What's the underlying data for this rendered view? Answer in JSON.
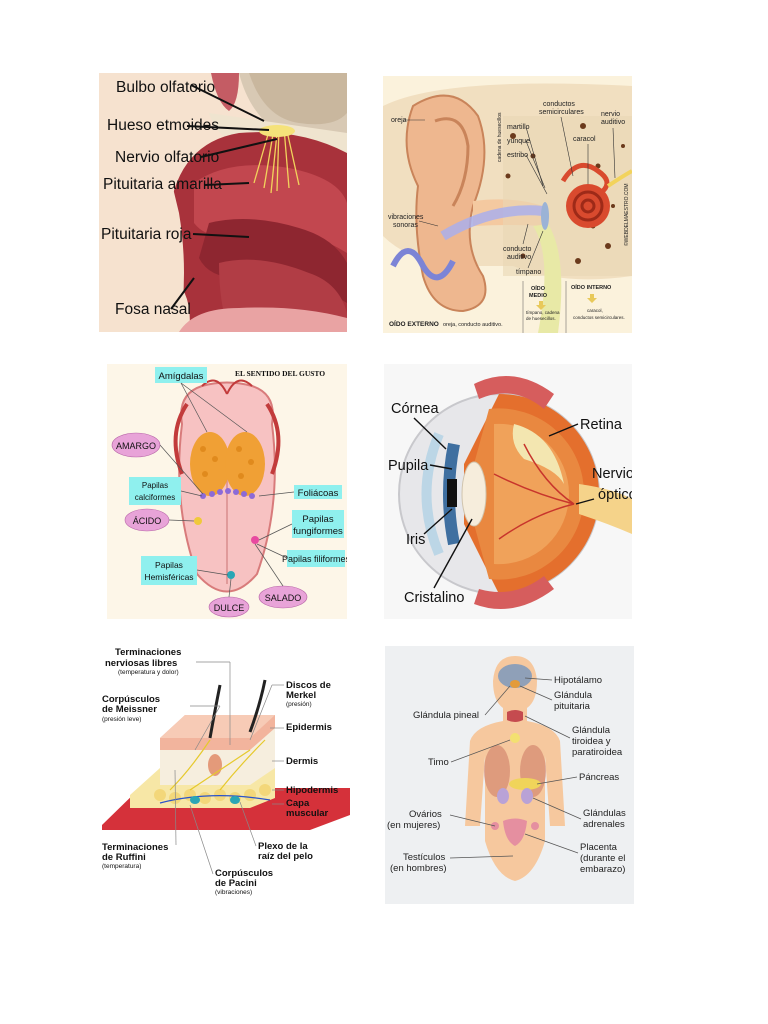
{
  "nose": {
    "labels": [
      "Bulbo olfatorio",
      "Hueso etmoides",
      "Nervio olfatorio",
      "Pituitaria amarilla",
      "Pituitaria roja",
      "Fosa nasal"
    ]
  },
  "ear": {
    "oreja": "oreja",
    "conductos": [
      "conductos",
      "semicirculares"
    ],
    "nervio": [
      "nervio",
      "auditivo"
    ],
    "martillo": "martillo",
    "yunque": "yunque",
    "estribo": "estribo",
    "cadena": "cadena de huesecillos",
    "caracol": "caracol",
    "vibraciones": [
      "vibraciones",
      "sonoras"
    ],
    "conducto": [
      "conducto",
      "auditivo"
    ],
    "timpano": "tímpano",
    "oido_externo": "OÍDO EXTERNO",
    "oido_externo_desc": "oreja, conducto auditivo.",
    "oido_medio": [
      "OÍDO",
      "MEDIO"
    ],
    "oido_medio_desc": [
      "tímpano, cadena",
      "de huesecillos."
    ],
    "oido_interno": "OÍDO INTERNO",
    "oido_interno_desc": [
      "caracol,",
      "conductos semicirculares."
    ],
    "watermark": "©WEBDELMAESTRO.COM"
  },
  "tongue": {
    "title": "EL SENTIDO DEL GUSTO",
    "amigdalas": "Amígdalas",
    "amargo": "AMARGO",
    "papilas_calciformes": [
      "Papilas",
      "calciformes"
    ],
    "foliaceas": "Foliácoas",
    "acido": "ÁCIDO",
    "papilas_fungiformes": [
      "Papilas",
      "fungiformes"
    ],
    "papilas_filiformes": "Papilas filiformes",
    "papilas_hemisfericas": [
      "Papilas",
      "Hemisféricas"
    ],
    "dulce": "DULCE",
    "salado": "SALADO",
    "colors": {
      "taste_bubble": "#e8a3d8",
      "box": "#8ff0ee"
    }
  },
  "eye": {
    "cornea": "Córnea",
    "retina": "Retina",
    "pupila": "Pupila",
    "nervio": [
      "Nervio",
      "óptico"
    ],
    "iris": "Iris",
    "cristalino": "Cristalino"
  },
  "skin": {
    "terminaciones_libres": [
      "Terminaciones",
      "nerviosas libres"
    ],
    "terminaciones_libres_sub": "(temperatura y dolor)",
    "meissner": [
      "Corpúsculos",
      "de Meissner"
    ],
    "meissner_sub": "(presión leve)",
    "merkel": [
      "Discos de",
      "Merkel"
    ],
    "merkel_sub": "(presión)",
    "epidermis": "Epidermis",
    "dermis": "Dermis",
    "hipodermis": "Hipodermis",
    "capa": [
      "Capa",
      "muscular"
    ],
    "ruffini": [
      "Terminaciones",
      "de Ruffini"
    ],
    "ruffini_sub": "(temperatura)",
    "plexo": [
      "Plexo de la",
      "raíz del pelo"
    ],
    "pacini": [
      "Corpúsculos",
      "de Pacini"
    ],
    "pacini_sub": "(vibraciones)"
  },
  "endocrine": {
    "hipotalamo": "Hipotálamo",
    "pituitaria": [
      "Glándula",
      "pituitaria"
    ],
    "pineal": "Glándula pineal",
    "tiroidea": [
      "Glándula",
      "tiroidea y",
      "paratiroidea"
    ],
    "timo": "Timo",
    "pancreas": "Páncreas",
    "ovarios": [
      "Ovários",
      "(en mujeres)"
    ],
    "adrenales": [
      "Glándulas",
      "adrenales"
    ],
    "placenta": [
      "Placenta",
      "(durante el",
      "embarazo)"
    ],
    "testiculos": [
      "Testículos",
      "(en hombres)"
    ]
  }
}
